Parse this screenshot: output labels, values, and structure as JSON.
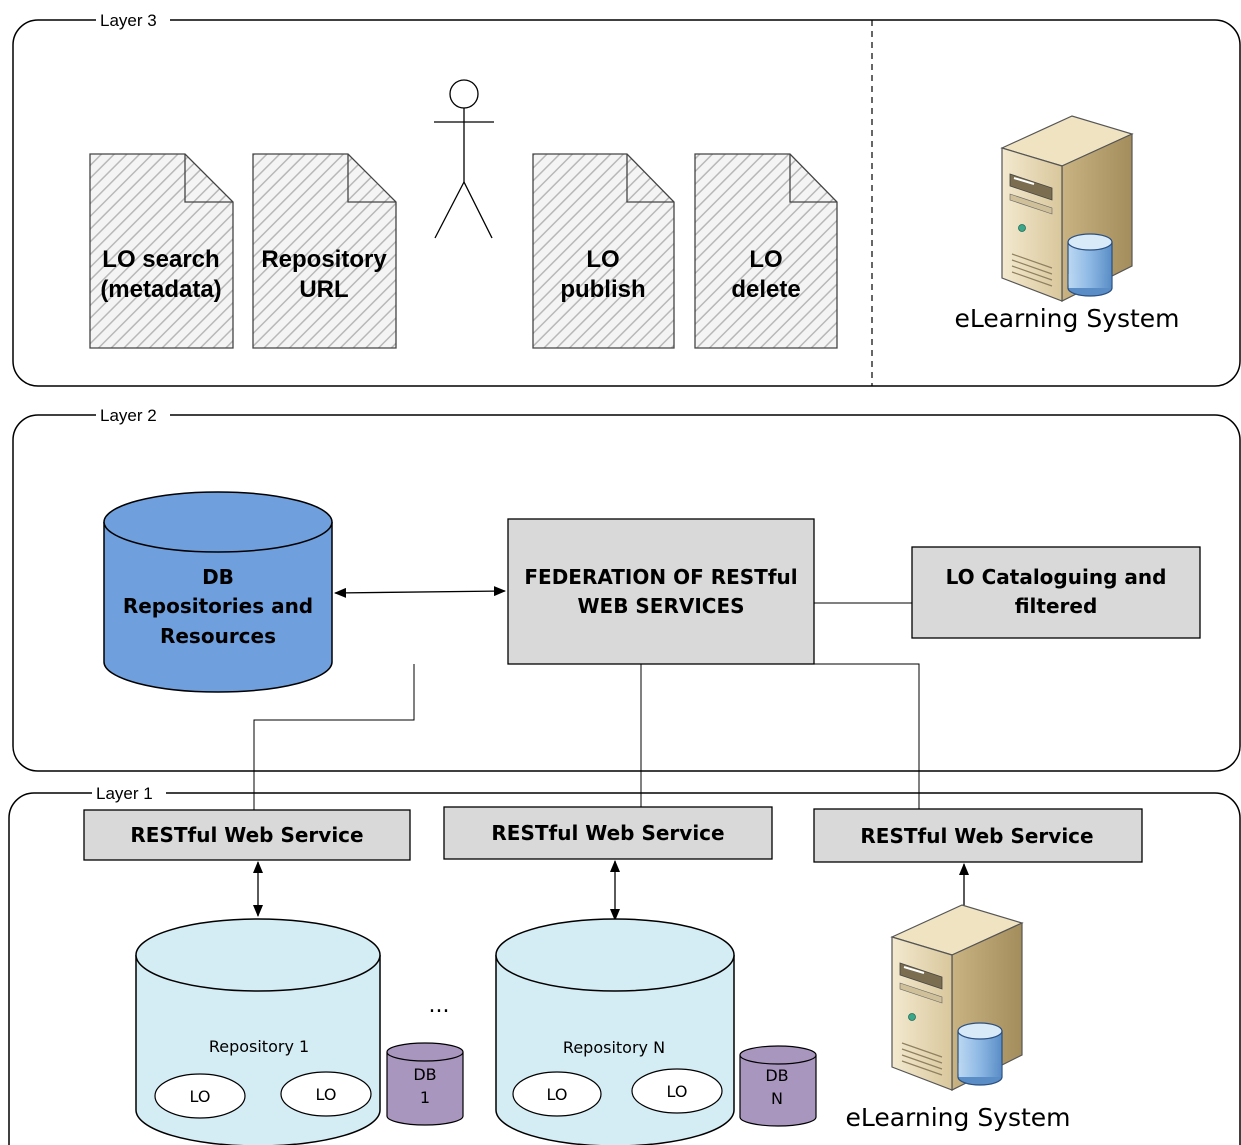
{
  "layers": {
    "layer3": "Layer 3",
    "layer2": "Layer 2",
    "layer1": "Layer 1"
  },
  "documents": [
    {
      "line1": "LO  search",
      "line2": "(metadata)"
    },
    {
      "line1": "Repository",
      "line2": "URL"
    },
    {
      "line1": "LO",
      "line2": "publish"
    },
    {
      "line1": "LO",
      "line2": "delete"
    }
  ],
  "elearning_top": "eLearning System",
  "elearning_bottom": "eLearning System",
  "db_main": {
    "line1": "DB",
    "line2": "Repositories and",
    "line3": "Resources"
  },
  "federation": {
    "line1": "FEDERATION OF RESTful",
    "line2": "WEB SERVICES"
  },
  "cataloguing": {
    "line1": "LO Cataloguing and",
    "line2": "filtered"
  },
  "web_services": [
    "RESTful Web Service",
    "RESTful Web Service",
    "RESTful Web Service"
  ],
  "repositories": [
    {
      "label": "Repository 1",
      "lo_a": "LO",
      "lo_b": "LO",
      "db_line1": "DB",
      "db_line2": "1"
    },
    {
      "label": "Repository N",
      "lo_a": "LO",
      "lo_b": "LO",
      "db_line1": "DB",
      "db_line2": "N"
    }
  ],
  "ellipsis": "...",
  "colors": {
    "db_main": "#6f9fdc",
    "repository": "#d4ecf3",
    "small_db": "#a996bf",
    "box": "#d9d9d9"
  }
}
